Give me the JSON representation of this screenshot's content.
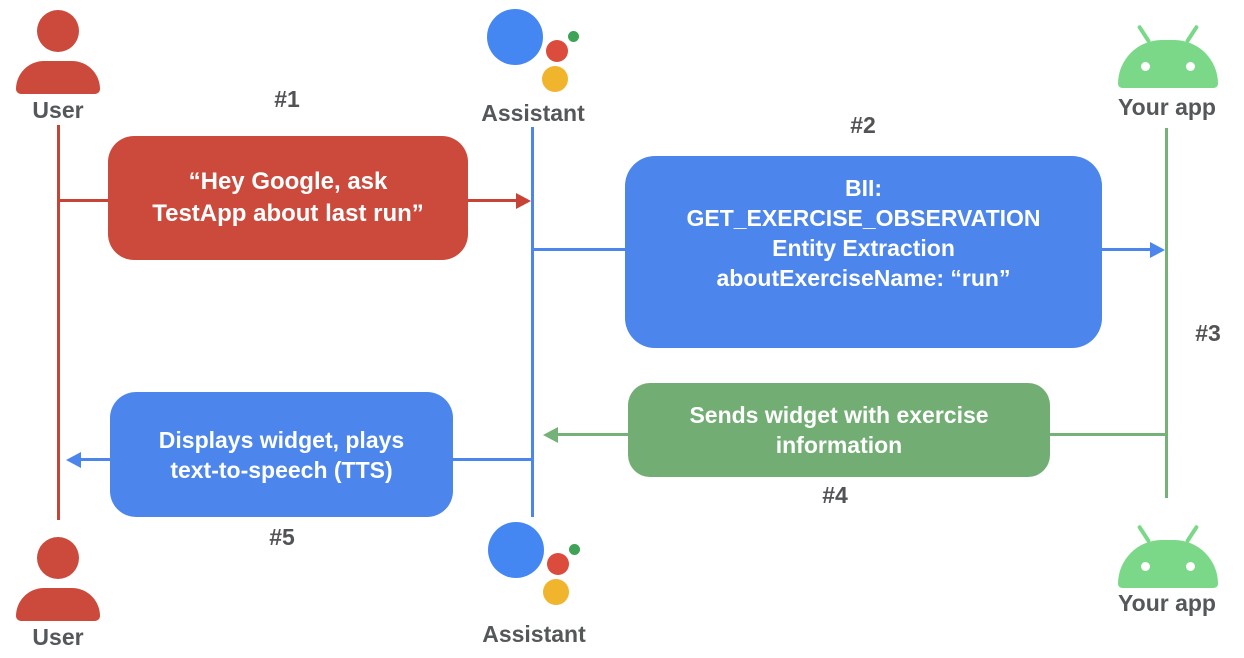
{
  "actors": {
    "user_top": "User",
    "assistant_top": "Assistant",
    "app_top": "Your app",
    "user_bottom": "User",
    "assistant_bottom": "Assistant",
    "app_bottom": "Your app"
  },
  "steps": {
    "s1": "#1",
    "s2": "#2",
    "s3": "#3",
    "s4": "#4",
    "s5": "#5"
  },
  "messages": {
    "m1": {
      "text": "“Hey Google, ask\nTestApp about last run”",
      "from": "User",
      "to": "Assistant"
    },
    "m2": {
      "text": "BII:\nGET_EXERCISE_OBSERVATION\nEntity Extraction\naboutExerciseName: “run”",
      "from": "Assistant",
      "to": "Your app"
    },
    "m4": {
      "text": "Sends widget with exercise\ninformation",
      "from": "Your app",
      "to": "Assistant"
    },
    "m5": {
      "text": "Displays widget, plays\ntext-to-speech (TTS)",
      "from": "Assistant",
      "to": "User"
    }
  },
  "icons": {
    "user": "person-icon",
    "assistant": "google-assistant-logo",
    "app": "android-robot-icon"
  },
  "colors": {
    "red": "#CB4A3C",
    "blue": "#4C85EC",
    "green_box": "#72AE74",
    "android_green": "#7BD889",
    "assistant_blue": "#4587F2",
    "assistant_red": "#DC4C3C",
    "assistant_green": "#3EA257",
    "assistant_yellow": "#F1B42D",
    "label_gray": "#55585B"
  }
}
